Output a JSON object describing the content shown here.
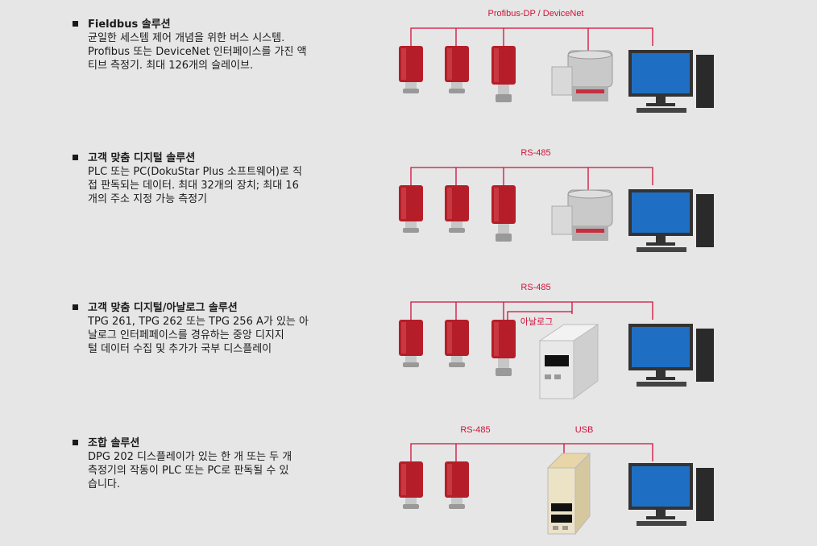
{
  "colors": {
    "accent": "#d0103a",
    "background": "#e6e6e6",
    "text": "#1a1a1a"
  },
  "sections": [
    {
      "title": "Fieldbus 솔루션",
      "description": "균일한 세스템 제어 개념을 위한 버스 시스템.\nProfibus 또는 DeviceNet 인터페이스를 가진 액\n티브 측정기. 최대 126개의 슬레이브.",
      "bus_labels": [
        "Profibus-DP / DeviceNet"
      ],
      "icons": [
        "vacuum-gauge-icon",
        "turbo-pump-icon",
        "computer-icon"
      ]
    },
    {
      "title": "고객 맞춤 디지털 솔루션",
      "description": "PLC 또는 PC(DokuStar Plus 소프트웨어)로 직\n접 판독되는 데이터. 최대 32개의 장치; 최대 16\n개의 주소 지정 가능 측정기",
      "bus_labels": [
        "RS-485"
      ],
      "icons": [
        "vacuum-gauge-icon",
        "turbo-pump-icon",
        "computer-icon"
      ]
    },
    {
      "title": "고객 맞춤 디지털/아날로그 솔루션",
      "description": "TPG 261, TPG 262 또는 TPG 256 A가 있는 아\n날로그 인터페페이스를 경유하는 중앙 디지지\n털 데이터 수집 및 추가가 국부 디스플레이",
      "bus_labels": [
        "RS-485",
        "아날로그"
      ],
      "icons": [
        "vacuum-gauge-icon",
        "controller-unit-icon",
        "computer-icon"
      ]
    },
    {
      "title": "조합 솔루션",
      "description": "DPG 202 디스플레이가 있는 한 개 또는 두 개\n측정기의 작동이 PLC 또는 PC로 판독될 수 있\n습니다.",
      "bus_labels": [
        "RS-485",
        "USB"
      ],
      "icons": [
        "vacuum-gauge-icon",
        "display-unit-icon",
        "computer-icon"
      ]
    }
  ]
}
